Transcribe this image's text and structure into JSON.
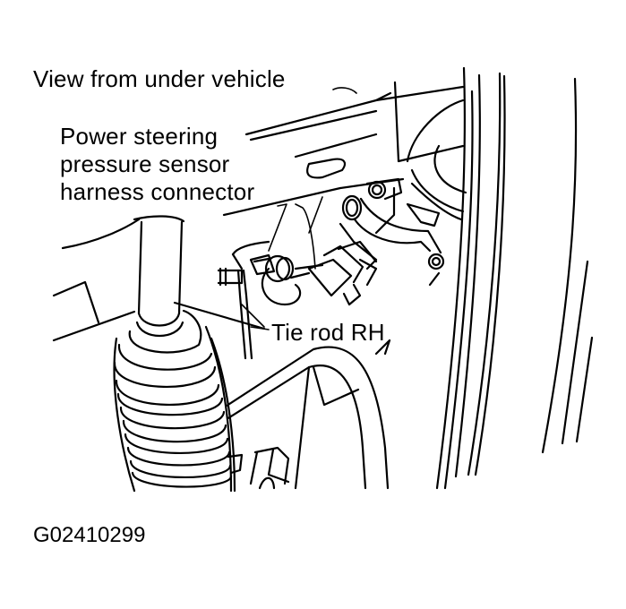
{
  "figure": {
    "view_caption": "View from under vehicle",
    "callouts": [
      {
        "lines": [
          "Power steering",
          "pressure sensor",
          "harness connector"
        ]
      },
      {
        "lines": [
          "Tie rod RH"
        ]
      }
    ],
    "figure_id": "G02410299"
  },
  "colors": {
    "line": "#000000",
    "background": "#ffffff"
  }
}
